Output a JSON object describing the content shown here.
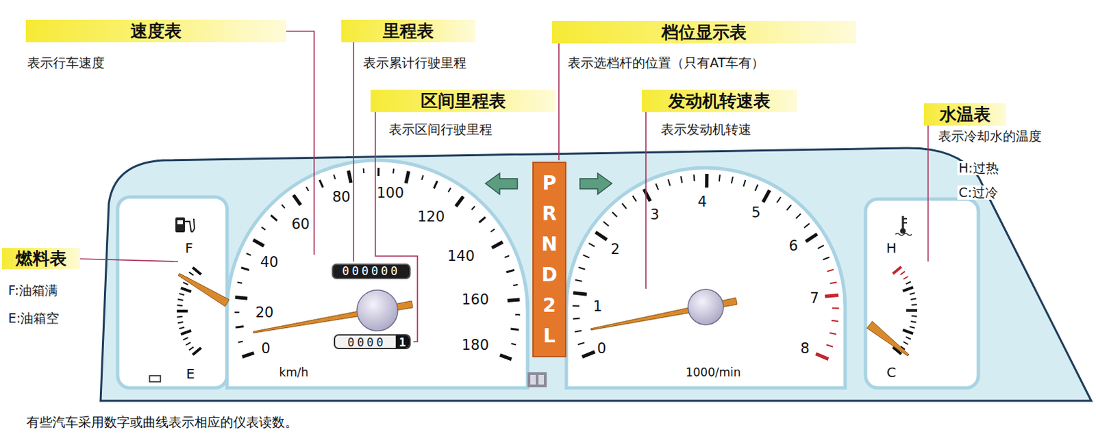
{
  "diagram": {
    "caption": "有些汽车采用数字或曲线表示相应的仪表读数。",
    "nodes": [
      {
        "text": [
          "速度表",
          "表示行车速度"
        ]
      },
      {
        "text": [
          "里程表",
          "表示累计行驶里程"
        ]
      },
      {
        "text": [
          "区间里程表",
          "表示区间行驶里程"
        ]
      },
      {
        "text": [
          "档位显示表",
          "表示选档杆的位置（只有AT车有）"
        ]
      },
      {
        "text": [
          "发动机转速表",
          "表示发动机转速"
        ]
      },
      {
        "text": [
          "水温表",
          "表示冷却水的温度",
          "H:过热",
          "C:过冷"
        ]
      },
      {
        "text": [
          "燃料表",
          "F:油箱满",
          "E:油箱空"
        ]
      },
      {
        "text": [
          "000000"
        ]
      },
      {
        "text": [
          "0000",
          "1"
        ]
      },
      {
        "text": [
          "P R N D 2 L"
        ]
      }
    ],
    "labels": [
      "0",
      "20",
      "40",
      "60",
      "80",
      "100",
      "120",
      "140",
      "160",
      "180",
      "km/h",
      "0",
      "1",
      "2",
      "3",
      "4",
      "5",
      "6",
      "7",
      "8",
      "1000/min",
      "F",
      "E",
      "H",
      "C"
    ]
  }
}
